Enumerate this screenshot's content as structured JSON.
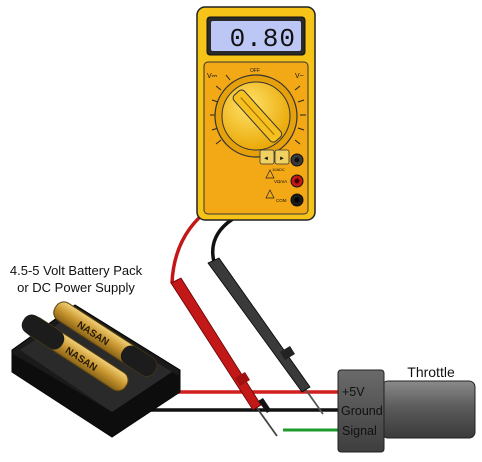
{
  "meter": {
    "display_value": "0.80",
    "dial_labels": {
      "vdc": "V⎓",
      "vac": "V~",
      "off": "OFF"
    },
    "jack_labels": {
      "top": "10ADC",
      "mid": "VΩmA",
      "bottom": "COM"
    }
  },
  "power_label": {
    "line1": "4.5-5 Volt Battery Pack",
    "line2": "or DC Power Supply"
  },
  "throttle": {
    "title": "Throttle",
    "pins": [
      "+5V",
      "Ground",
      "Signal"
    ]
  },
  "battery_brand": "NASAN",
  "colors": {
    "meter_body": "#F6C418",
    "meter_face": "#F3A916",
    "lcd": "#BCC7F5",
    "red_wire": "#D21F1F",
    "black_wire": "#111111",
    "green_wire": "#1E9A2E",
    "battery_gold": "#D9A840",
    "throttle_body": "#5C5C5C"
  }
}
